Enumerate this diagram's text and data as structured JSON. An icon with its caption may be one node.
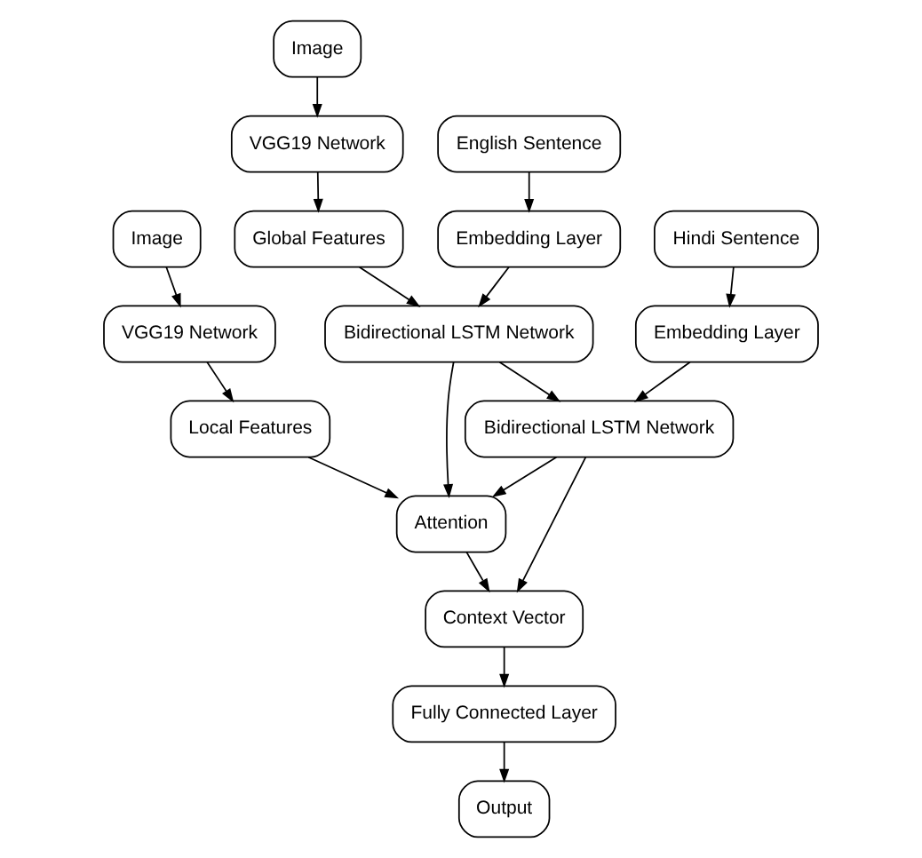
{
  "diagram": {
    "nodes": [
      {
        "text": [
          "Image"
        ]
      },
      {
        "text": [
          "VGG19 Network"
        ]
      },
      {
        "text": [
          "Global Features"
        ]
      },
      {
        "text": [
          "English Sentence"
        ]
      },
      {
        "text": [
          "Embedding Layer"
        ]
      },
      {
        "text": [
          "Bidirectional LSTM Network"
        ]
      },
      {
        "text": [
          "Hindi Sentence"
        ]
      },
      {
        "text": [
          "Embedding Layer"
        ]
      },
      {
        "text": [
          "Image"
        ]
      },
      {
        "text": [
          "VGG19 Network"
        ]
      },
      {
        "text": [
          "Local Features"
        ]
      },
      {
        "text": [
          "Bidirectional LSTM Network"
        ]
      },
      {
        "text": [
          "Attention"
        ]
      },
      {
        "text": [
          "Context Vector"
        ]
      },
      {
        "text": [
          "Fully Connected Layer"
        ]
      },
      {
        "text": [
          "Output"
        ]
      }
    ],
    "edges": [
      {
        "from": 0,
        "to": 1,
        "arrow": "to"
      },
      {
        "from": 1,
        "to": 2,
        "arrow": "to"
      },
      {
        "from": 2,
        "to": 5,
        "arrow": "to"
      },
      {
        "from": 3,
        "to": 4,
        "arrow": "to"
      },
      {
        "from": 4,
        "to": 5,
        "arrow": "to"
      },
      {
        "from": 6,
        "to": 7,
        "arrow": "to"
      },
      {
        "from": 7,
        "to": 11,
        "arrow": "to"
      },
      {
        "from": 5,
        "to": 11,
        "arrow": "to"
      },
      {
        "from": 5,
        "to": 12,
        "arrow": "to"
      },
      {
        "from": 8,
        "to": 9,
        "arrow": "to"
      },
      {
        "from": 9,
        "to": 10,
        "arrow": "to"
      },
      {
        "from": 10,
        "to": 12,
        "arrow": "to"
      },
      {
        "from": 11,
        "to": 12,
        "arrow": "to"
      },
      {
        "from": 11,
        "to": 13,
        "arrow": "to"
      },
      {
        "from": 12,
        "to": 13,
        "arrow": "to"
      },
      {
        "from": 13,
        "to": 14,
        "arrow": "to"
      },
      {
        "from": 14,
        "to": 15,
        "arrow": "to"
      }
    ]
  }
}
